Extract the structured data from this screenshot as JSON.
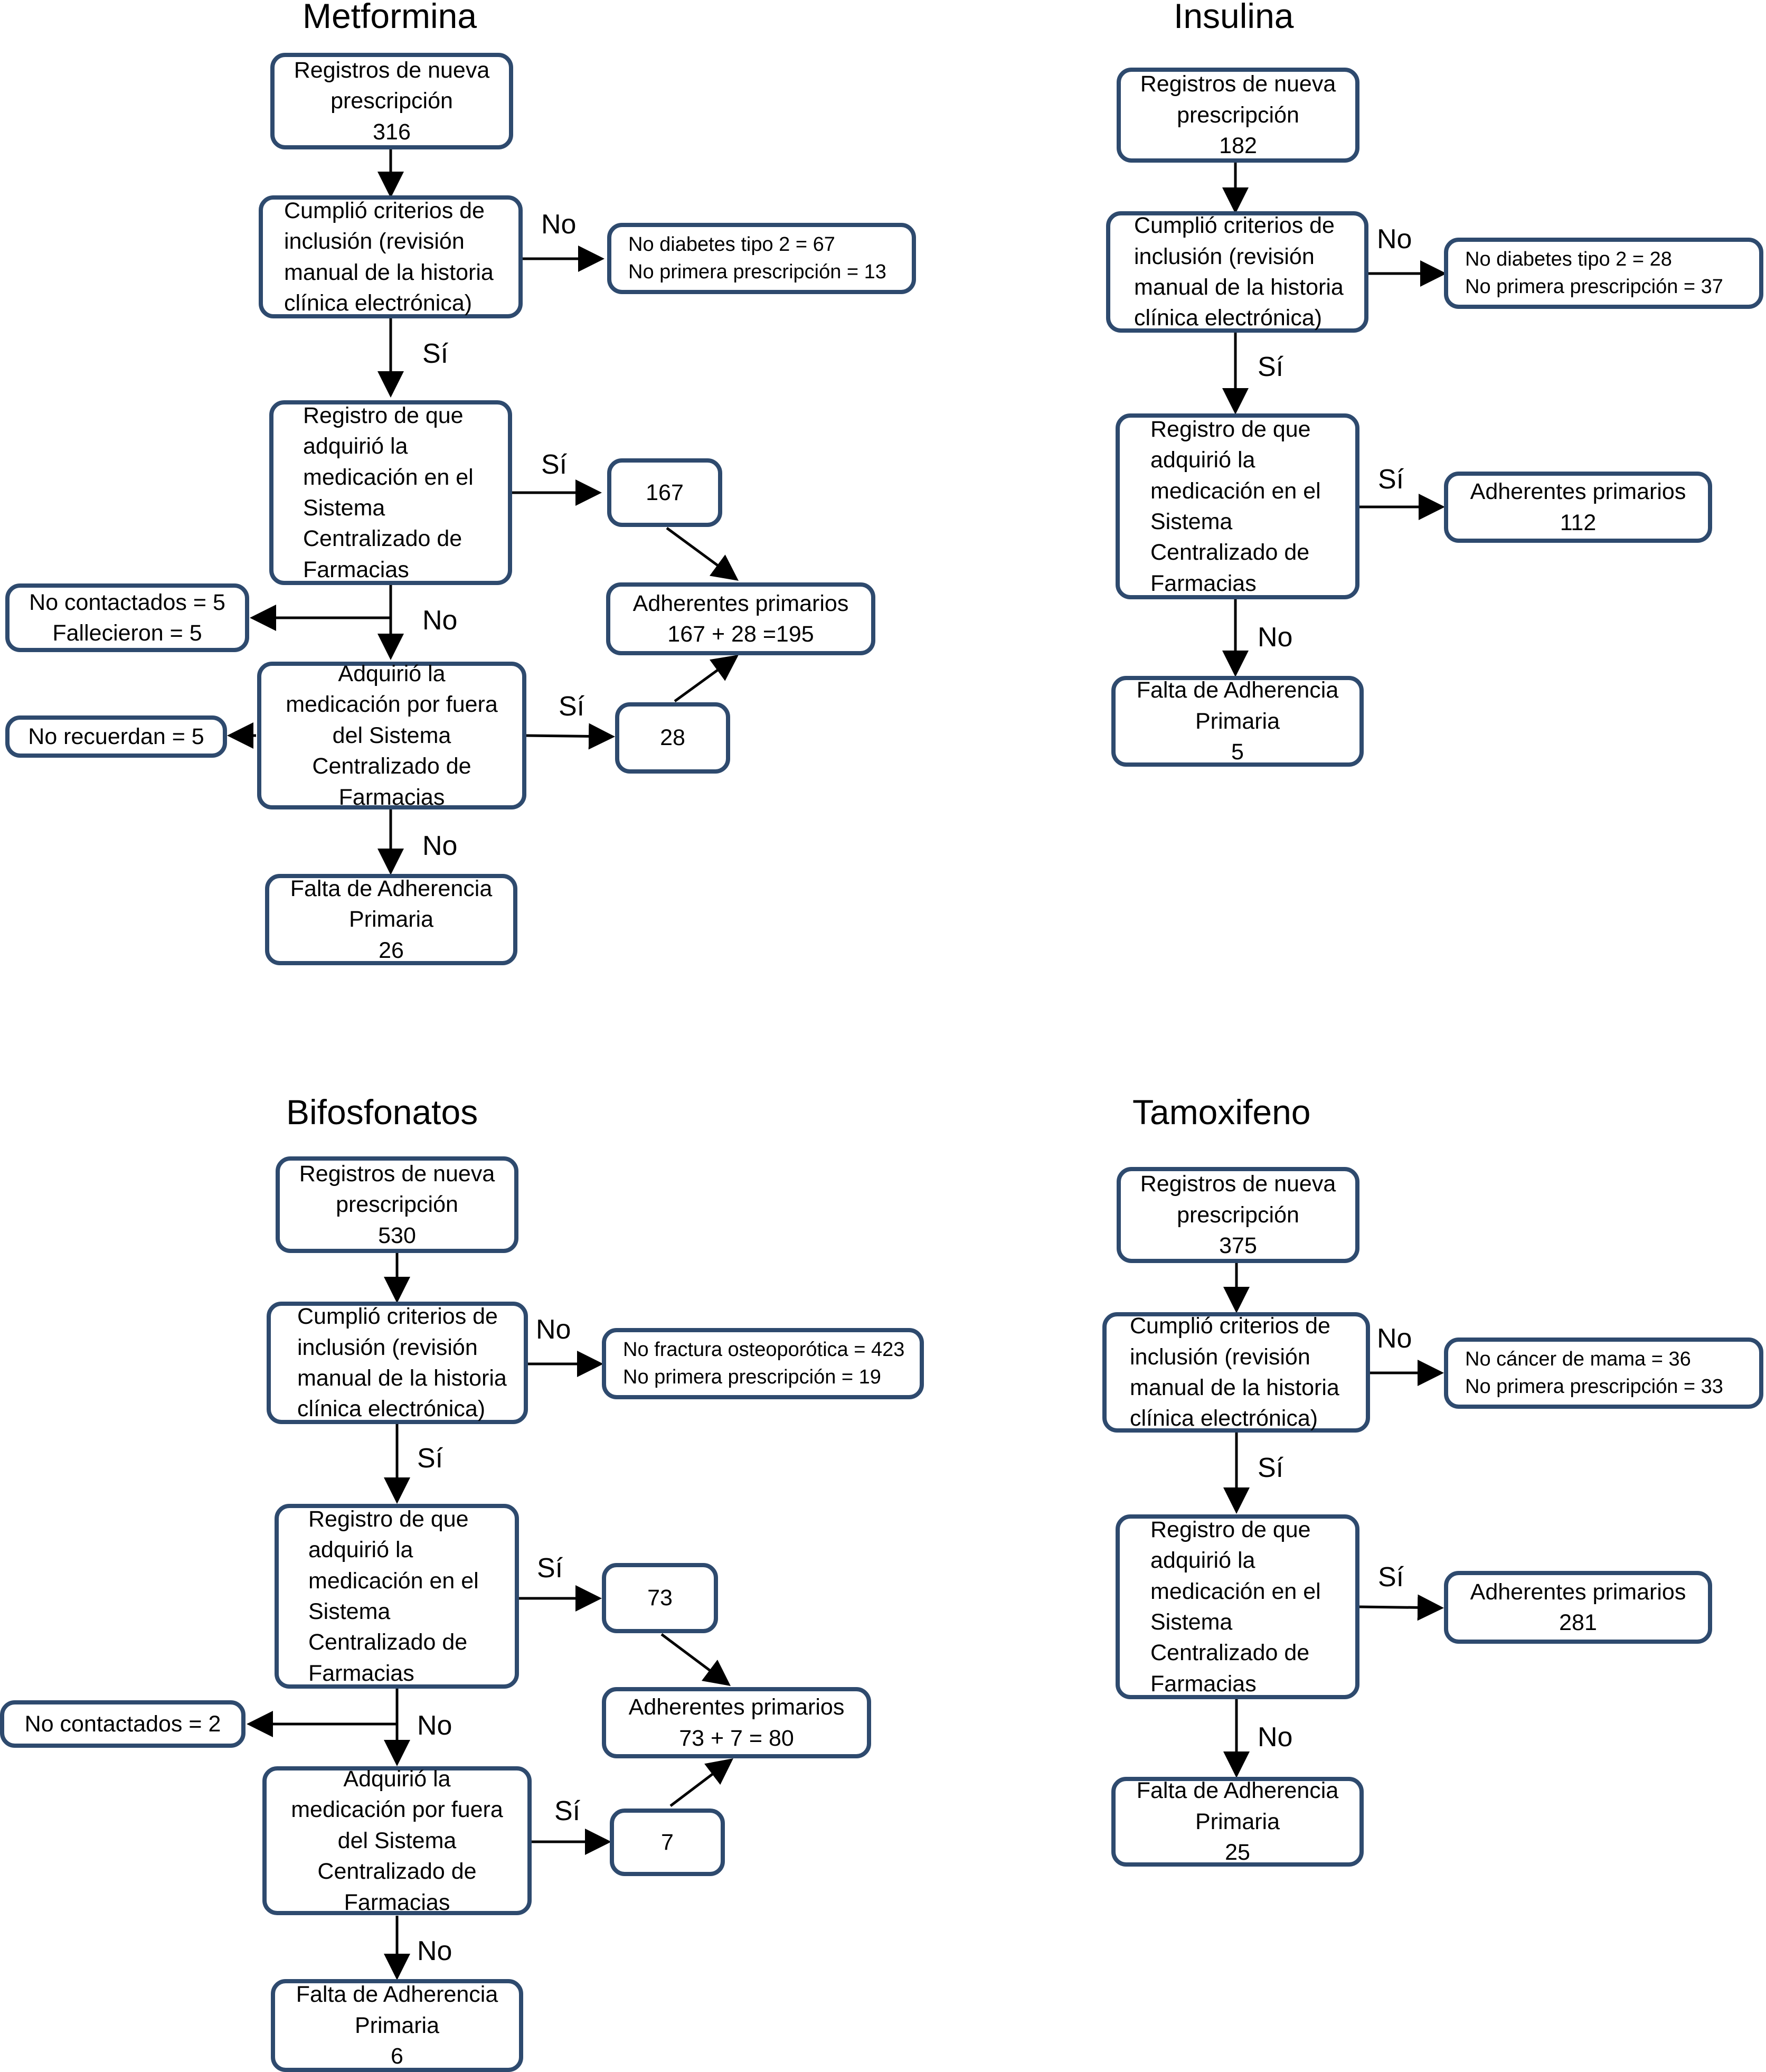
{
  "colors": {
    "box_border": "#2E4A6E",
    "arrow": "#000000",
    "background": "#ffffff"
  },
  "metformina": {
    "title": "Metformina",
    "registros": "Registros de nueva\nprescripción\n316",
    "criterios": "Cumplió criterios de\ninclusión (revisión\nmanual de la historia\nclínica electrónica)",
    "excluidos": "No diabetes tipo 2 = 67\nNo primera prescripción = 13",
    "registro_sistema": "Registro de que\nadquirió la\nmedicación en el\nSistema\nCentralizado de\nFarmacias",
    "n_sistema": "167",
    "adherentes": "Adherentes primarios\n167 + 28 =195",
    "perdidos_1": "No contactados = 5\nFallecieron = 5",
    "fuera": "Adquirió la\nmedicación por fuera\ndel Sistema\nCentralizado de\nFarmacias",
    "n_fuera": "28",
    "perdidos_2": "No recuerdan = 5",
    "falta": "Falta de Adherencia\nPrimaria\n26",
    "lbl_no_1": "No",
    "lbl_si_1": "Sí",
    "lbl_si_2": "Sí",
    "lbl_no_2": "No",
    "lbl_si_3": "Sí",
    "lbl_no_3": "No"
  },
  "insulina": {
    "title": "Insulina",
    "registros": "Registros de nueva\nprescripción\n182",
    "criterios": "Cumplió criterios de\ninclusión (revisión\nmanual de la historia\nclínica electrónica)",
    "excluidos": "No diabetes tipo 2 = 28\nNo primera prescripción = 37",
    "registro_sistema": "Registro de que\nadquirió la\nmedicación en el\nSistema\nCentralizado de\nFarmacias",
    "adherentes": "Adherentes primarios\n112",
    "falta": "Falta de Adherencia\nPrimaria\n5",
    "lbl_no_1": "No",
    "lbl_si_1": "Sí",
    "lbl_si_2": "Sí",
    "lbl_no_2": "No"
  },
  "bifosfonatos": {
    "title": "Bifosfonatos",
    "registros": "Registros de nueva\nprescripción\n530",
    "criterios": "Cumplió criterios de\ninclusión (revisión\nmanual de la historia\nclínica electrónica)",
    "excluidos": "No fractura osteoporótica = 423\nNo primera prescripción = 19",
    "registro_sistema": "Registro de que\nadquirió la\nmedicación en el\nSistema\nCentralizado de\nFarmacias",
    "n_sistema": "73",
    "adherentes": "Adherentes primarios\n73 + 7 = 80",
    "perdidos_1": "No contactados = 2",
    "fuera": "Adquirió la\nmedicación por fuera\ndel Sistema\nCentralizado de\nFarmacias",
    "n_fuera": "7",
    "falta": "Falta de Adherencia\nPrimaria\n6",
    "lbl_no_1": "No",
    "lbl_si_1": "Sí",
    "lbl_si_2": "Sí",
    "lbl_no_2": "No",
    "lbl_si_3": "Sí",
    "lbl_no_3": "No"
  },
  "tamoxifeno": {
    "title": "Tamoxifeno",
    "registros": "Registros de nueva\nprescripción\n375",
    "criterios": "Cumplió criterios de\ninclusión (revisión\nmanual de la historia\nclínica electrónica)",
    "excluidos": "No cáncer de mama = 36\nNo primera prescripción = 33",
    "registro_sistema": "Registro de que\nadquirió la\nmedicación en el\nSistema\nCentralizado de\nFarmacias",
    "adherentes": "Adherentes primarios\n281",
    "falta": "Falta de Adherencia\nPrimaria\n25",
    "lbl_no_1": "No",
    "lbl_si_1": "Sí",
    "lbl_si_2": "Sí",
    "lbl_no_2": "No"
  }
}
